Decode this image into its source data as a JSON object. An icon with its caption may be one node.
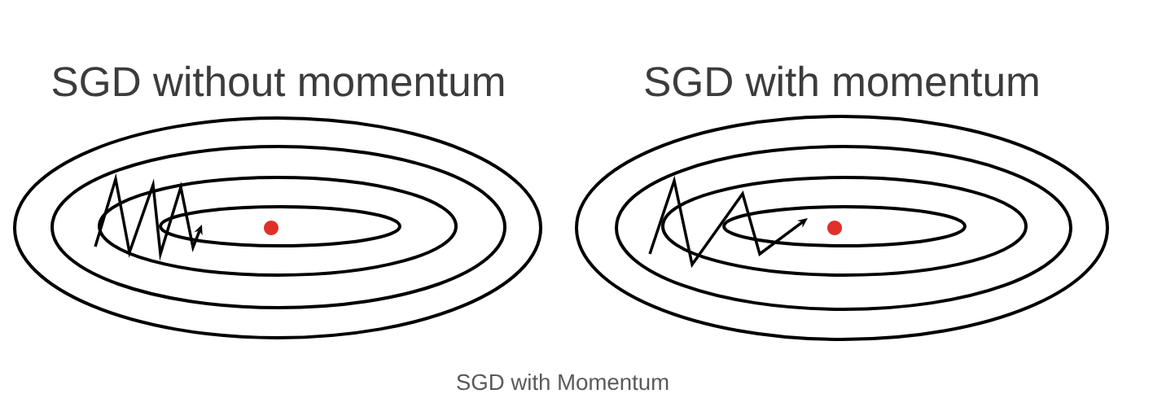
{
  "diagram": {
    "caption": "SGD with Momentum",
    "labels": [
      "SGD without momentum",
      "SGD with momentum"
    ]
  }
}
